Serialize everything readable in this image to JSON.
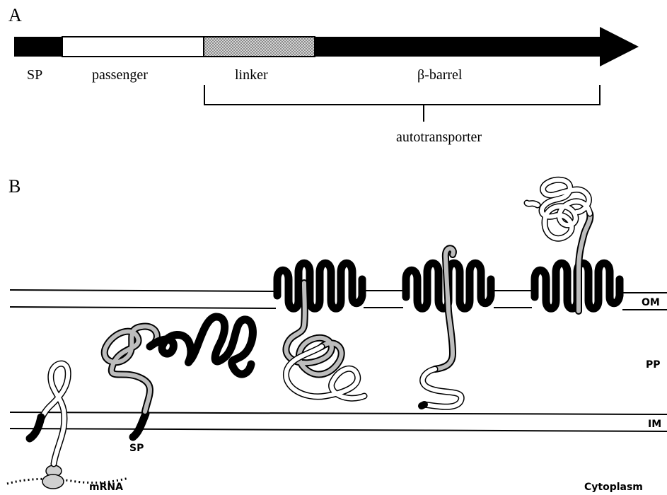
{
  "panel_a": {
    "label": "A",
    "segments": {
      "sp": "SP",
      "passenger": "passenger",
      "linker": "linker",
      "barrel": "β-barrel"
    },
    "bracket_label": "autotransporter"
  },
  "panel_b": {
    "label": "B",
    "labels": {
      "om": "OM",
      "pp": "PP",
      "im": "IM",
      "sp": "SP",
      "mrna": "mRNA",
      "cytoplasm": "Cytoplasm"
    }
  },
  "colors": {
    "ink": "#000000",
    "linker_fill": "#c8c8c8",
    "passenger_fill": "#ffffff",
    "gray_chain": "#bdbdbd"
  }
}
